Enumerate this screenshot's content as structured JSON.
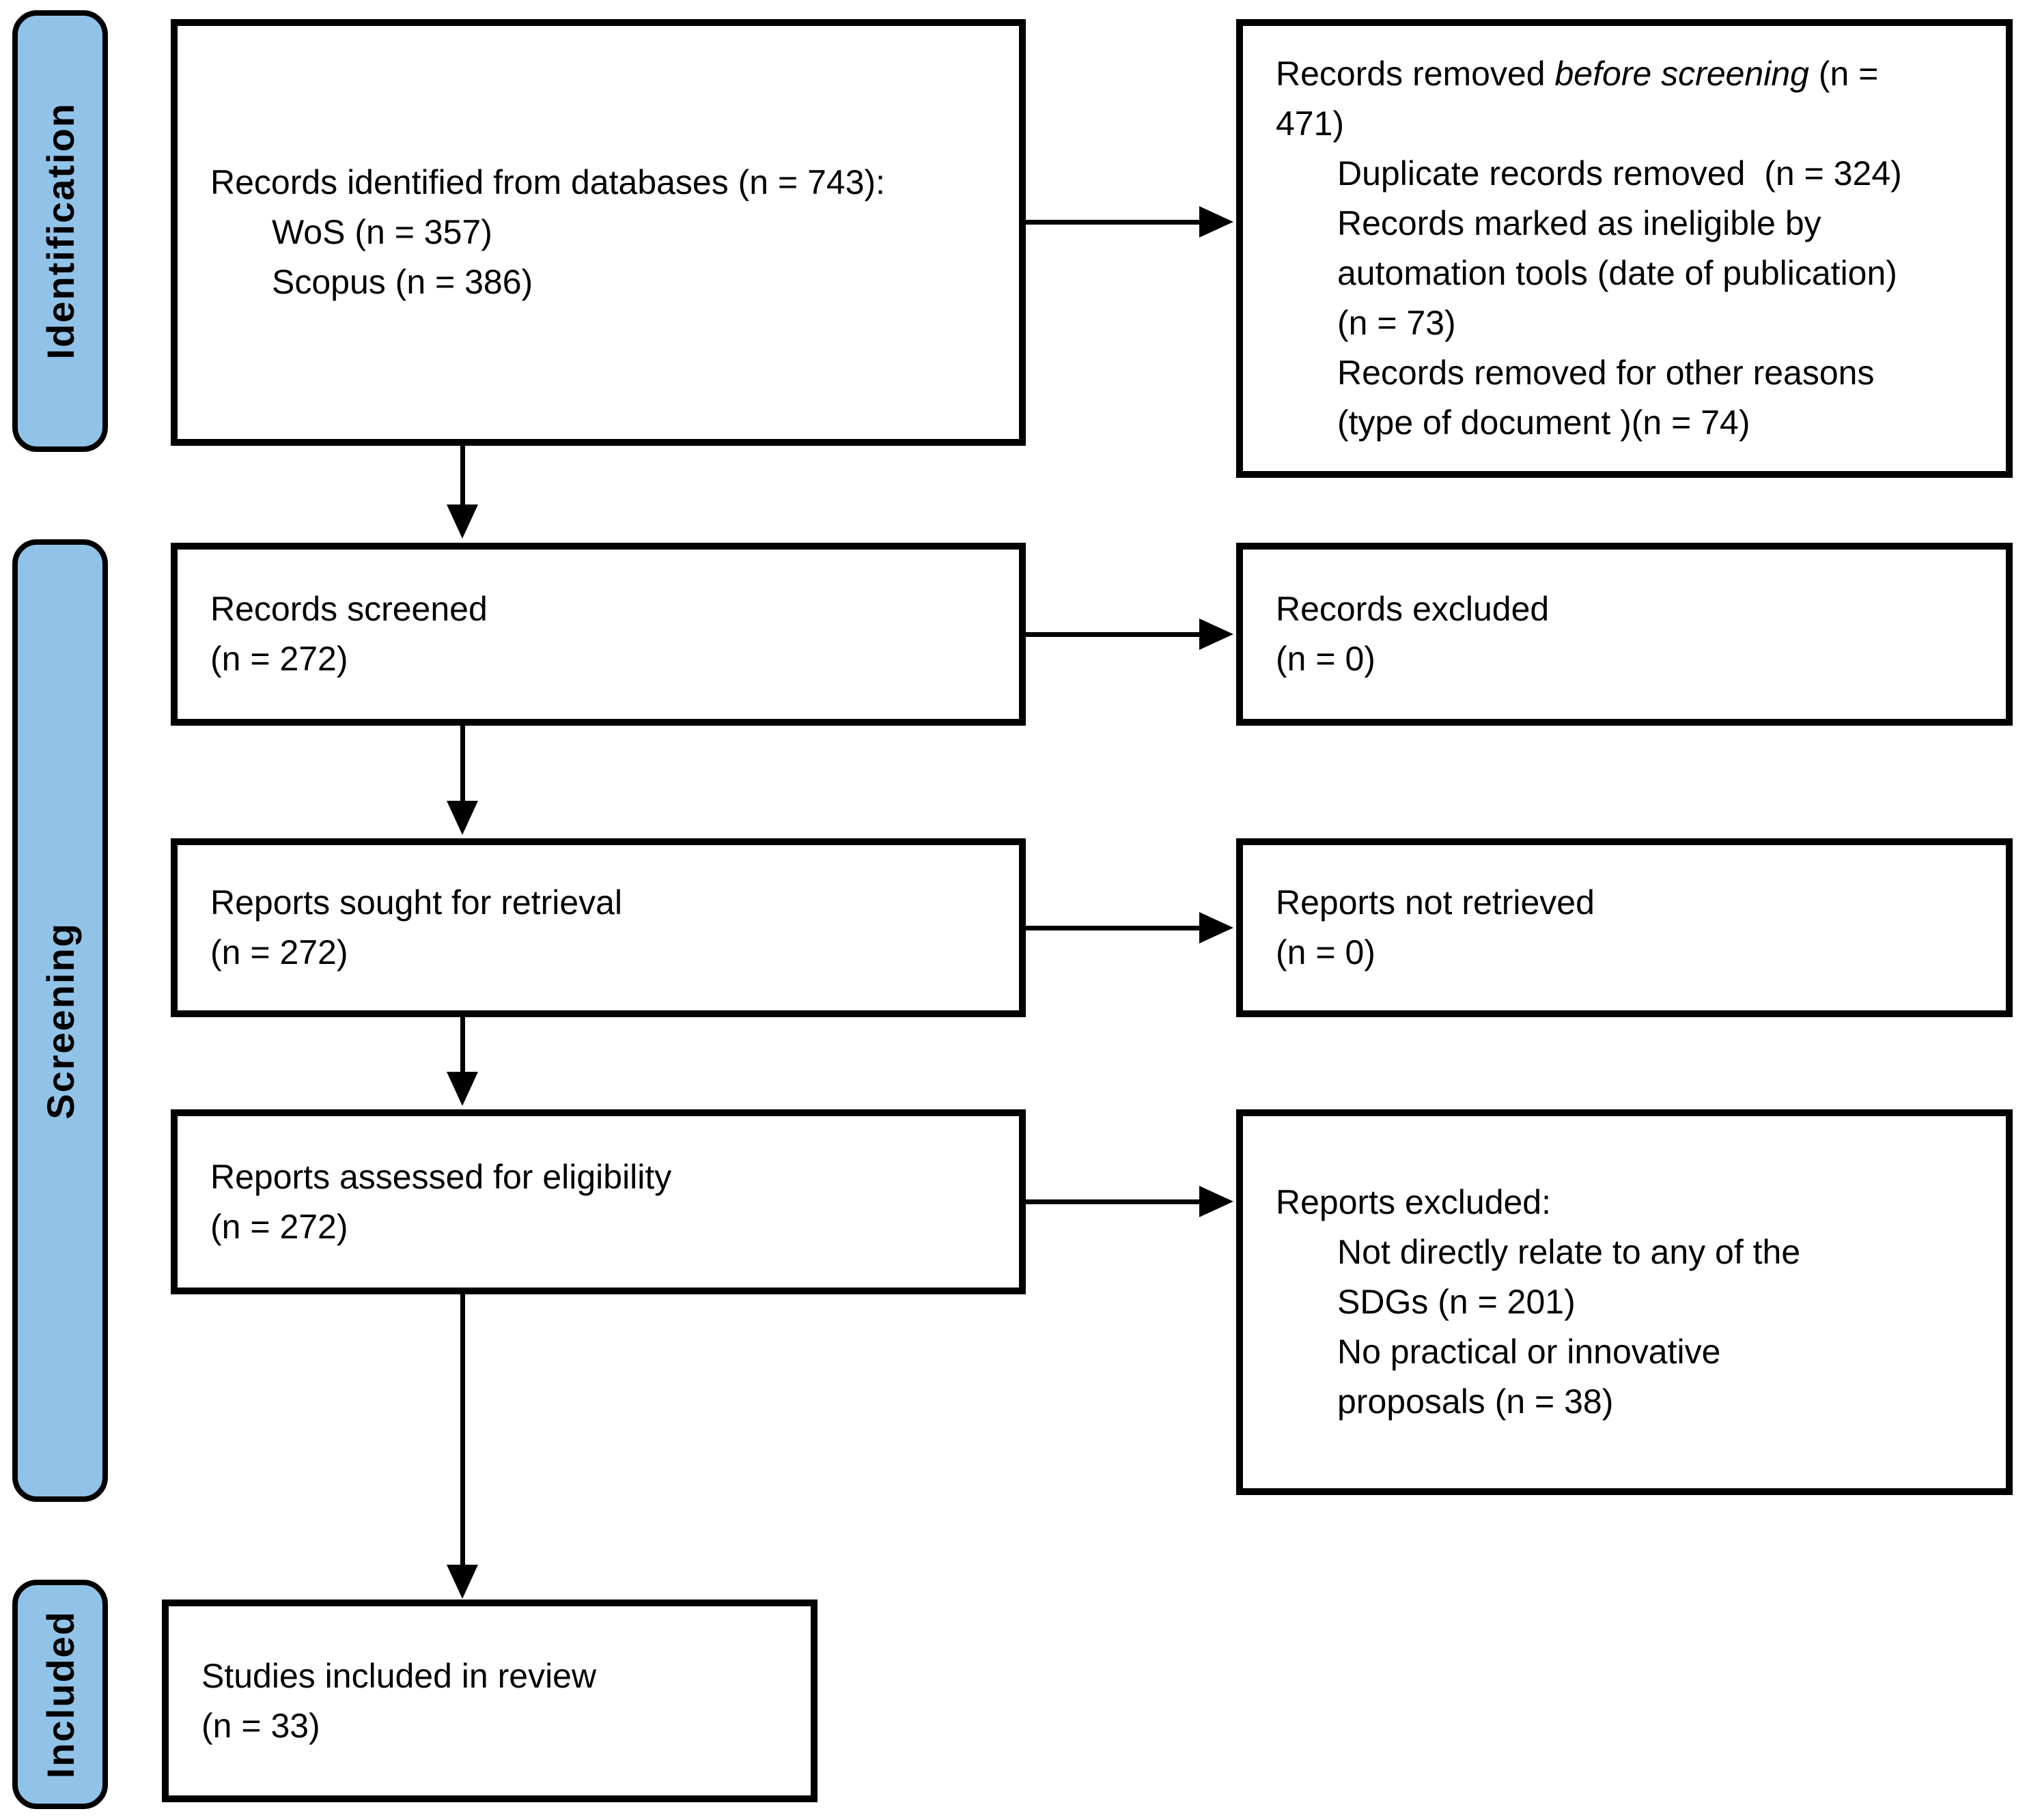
{
  "stages": {
    "identification": "Identification",
    "screening": "Screening",
    "included": "Included"
  },
  "boxes": {
    "identified": {
      "lines": [
        "Records identified from databases (n = 743):",
        "WoS (n = 357)",
        "Scopus (n = 386)"
      ]
    },
    "removed": {
      "line1_prefix": "Records removed ",
      "line1_italic": "before screening",
      "line1_suffix": " (n =",
      "line2": "471)",
      "details": [
        "Duplicate records removed  (n = 324)",
        "Records marked as ineligible by",
        "automation tools (date of publication)",
        "(n = 73)",
        "Records removed for other reasons",
        "(type of document )(n = 74)"
      ]
    },
    "screened": {
      "lines": [
        "Records screened",
        "(n = 272)"
      ]
    },
    "records_excluded": {
      "lines": [
        "Records excluded",
        "(n = 0)"
      ]
    },
    "sought": {
      "lines": [
        "Reports sought for retrieval",
        "(n = 272)"
      ]
    },
    "not_retrieved": {
      "lines": [
        "Reports not retrieved",
        "(n = 0)"
      ]
    },
    "assessed": {
      "lines": [
        "Reports assessed for eligibility",
        "(n = 272)"
      ]
    },
    "reports_excluded": {
      "title": "Reports excluded:",
      "details": [
        "Not directly relate to any of the",
        "SDGs (n = 201)",
        "No practical or innovative",
        "proposals (n = 38)"
      ]
    },
    "studies_included": {
      "lines": [
        "Studies included in review",
        "(n = 33)"
      ]
    }
  },
  "colors": {
    "stage_fill": "#91C3E8",
    "box_border": "#000000",
    "background": "#FFFFFF",
    "text": "#000000"
  }
}
